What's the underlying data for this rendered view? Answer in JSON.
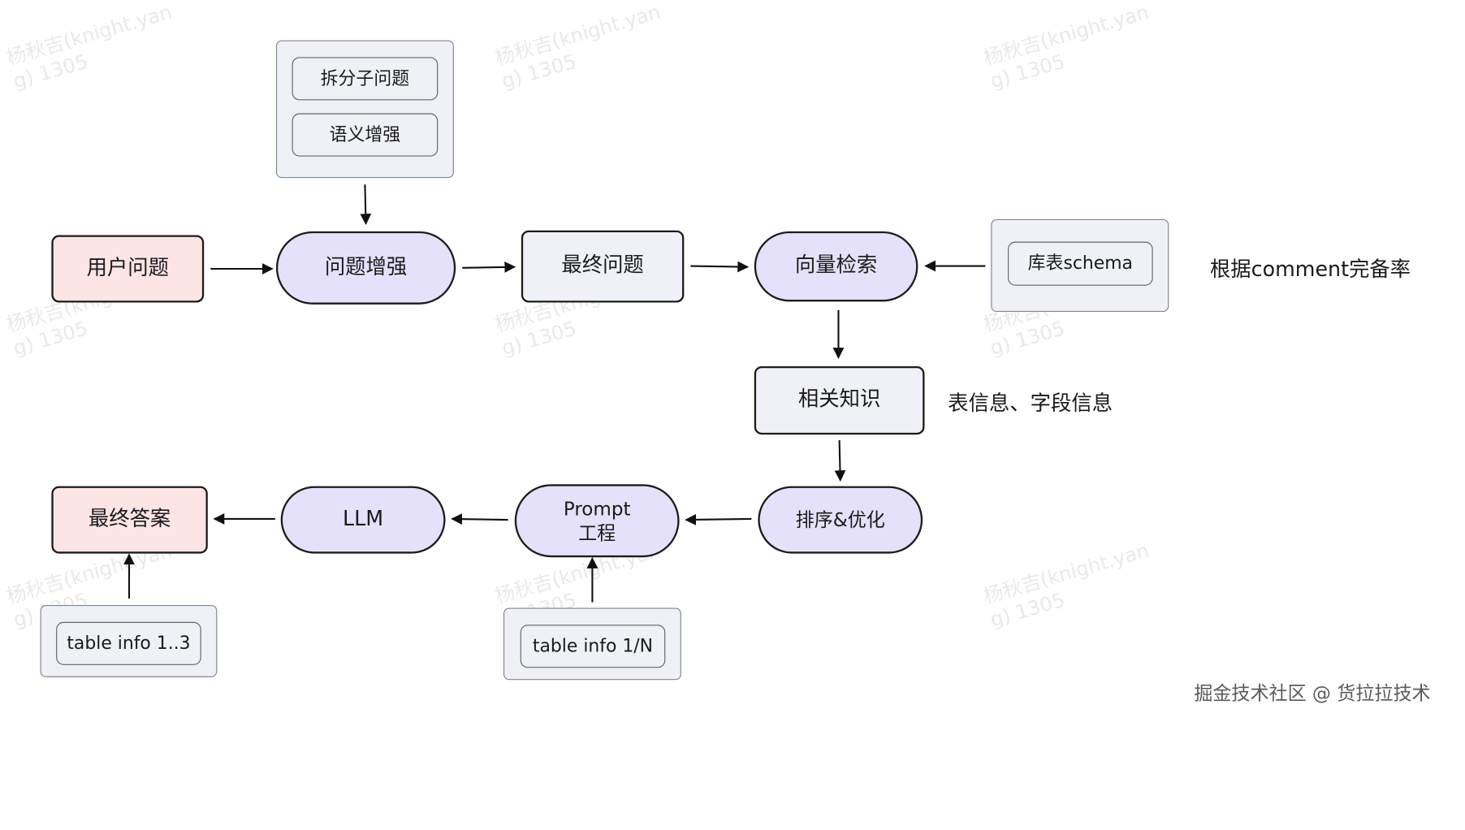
{
  "nodes": {
    "user_question": "用户问题",
    "question_enhance": "问题增强",
    "final_question": "最终问题",
    "vector_search": "向量检索",
    "related_knowledge": "相关知识",
    "sort_optimize": "排序&优化",
    "prompt_engineering": "Prompt\n工程",
    "llm": "LLM",
    "final_answer": "最终答案"
  },
  "enhance_group": {
    "item_split": "拆分子问题",
    "item_semantic": "语义增强"
  },
  "schema_group": {
    "item": "库表schema"
  },
  "prompt_group": {
    "item": "table info 1/N"
  },
  "answer_group": {
    "item": "table info 1..3"
  },
  "notes": {
    "schema_note": "根据comment完备率",
    "knowledge_note": "表信息、字段信息"
  },
  "watermark": "杨秋吉(knight.yan\ng) 1305",
  "credit": "掘金技术社区 @ 货拉拉技术",
  "colors": {
    "pink_fill": "#fde4e5",
    "gray_fill": "#eff1f7",
    "purple_fill": "#e6e1fa",
    "stroke": "#1c1c1c"
  }
}
